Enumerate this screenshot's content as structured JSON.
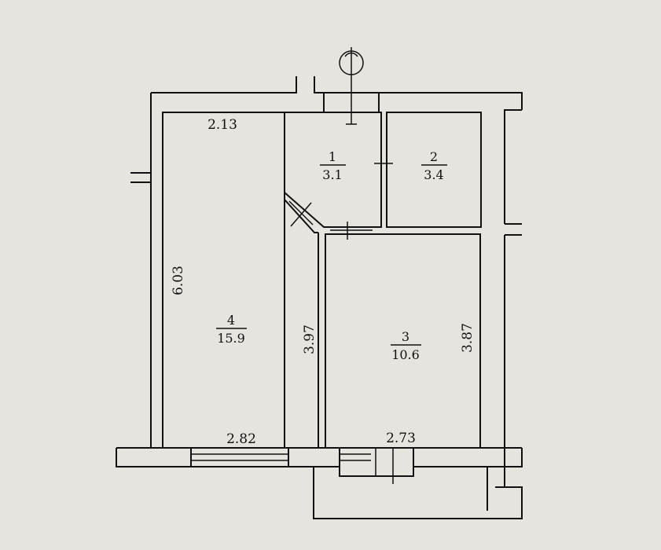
{
  "rooms": [
    {
      "number": "1",
      "area": "3.1"
    },
    {
      "number": "2",
      "area": "3.4"
    },
    {
      "number": "3",
      "area": "10.6"
    },
    {
      "number": "4",
      "area": "15.9"
    }
  ],
  "dimensions": {
    "room4_top": "2.13",
    "room4_left": "6.03",
    "room4_right": "3.97",
    "room4_bottom": "2.82",
    "room3_right": "3.87",
    "room3_bottom": "2.73"
  }
}
